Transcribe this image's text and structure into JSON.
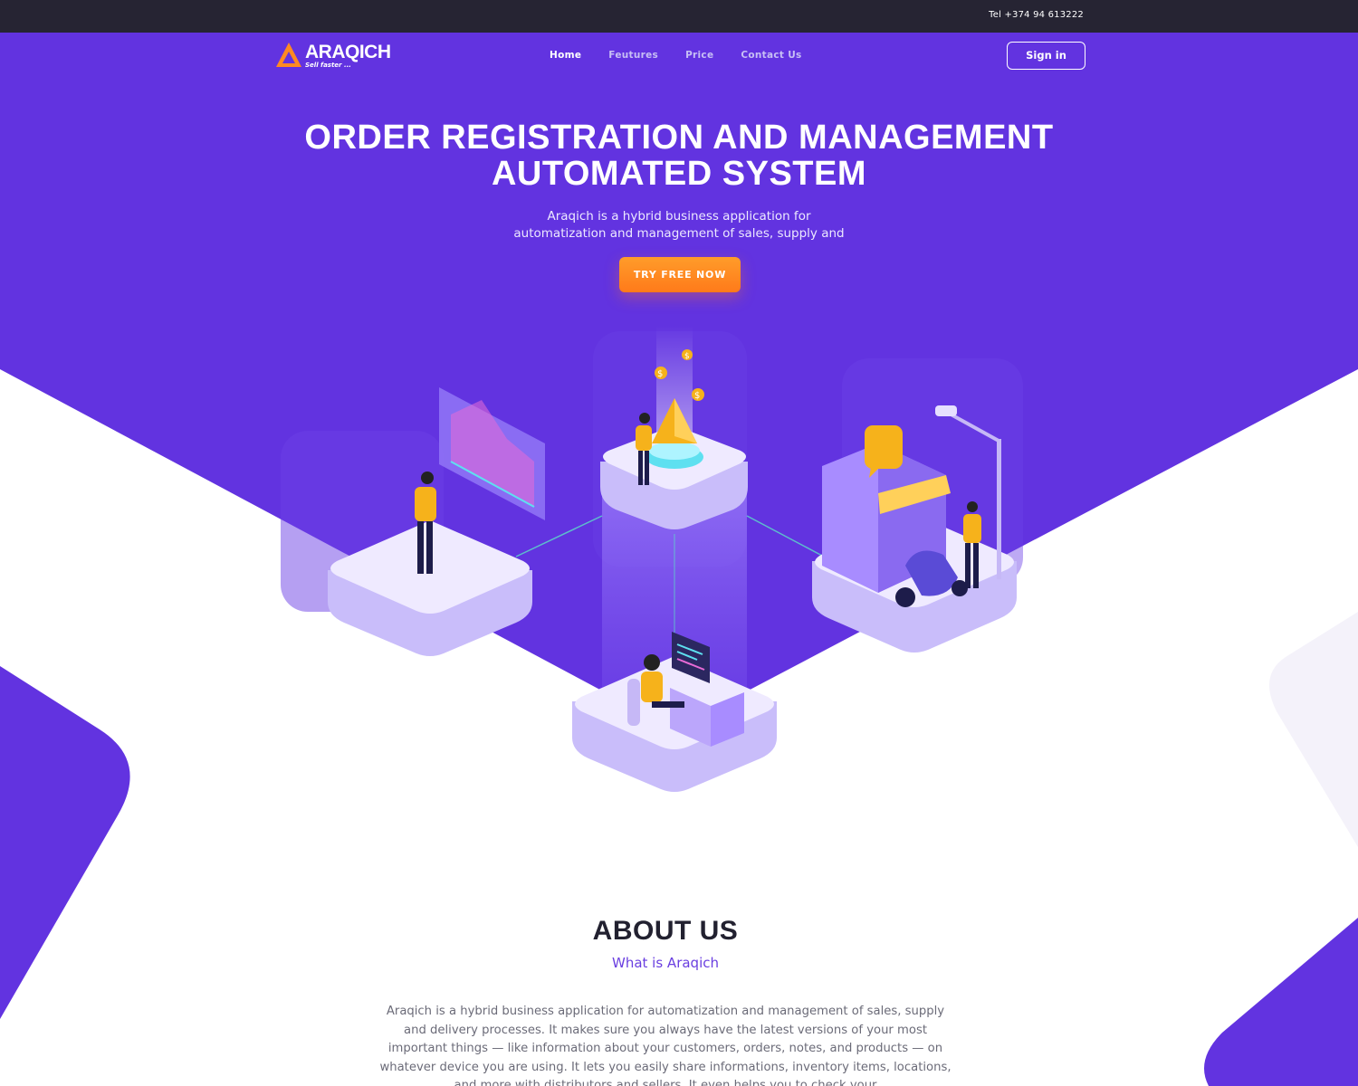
{
  "topbar": {
    "phone": "Tel +374 94 613222"
  },
  "brand": {
    "name": "ARAQICH",
    "tagline": "Sell faster ..."
  },
  "nav": {
    "items": [
      {
        "label": "Home",
        "active": true
      },
      {
        "label": "Feutures",
        "active": false
      },
      {
        "label": "Price",
        "active": false
      },
      {
        "label": "Contact Us",
        "active": false
      }
    ]
  },
  "auth": {
    "signin_label": "Sign in"
  },
  "hero": {
    "title_line1": "ORDER REGISTRATION AND MANAGEMENT",
    "title_line2": "AUTOMATED SYSTEM",
    "subtitle_line1": "Araqich is a hybrid business application for",
    "subtitle_line2": "automatization and management of sales, supply and",
    "cta_label": "TRY FREE NOW"
  },
  "about": {
    "title": "ABOUT US",
    "subtitle": "What is Araqich",
    "body": "Araqich is a hybrid business application for automatization and management of sales, supply and delivery processes. It makes sure you always have the latest versions of your most important things — like information about your customers, orders, notes, and products — on whatever device you are using. It lets you easily share informations, inventory items, locations, and more with distributors and sellers. It even helps you to check your"
  },
  "colors": {
    "primary": "#6233e0",
    "topbar": "#262433",
    "accent": "#ff8a22",
    "platform": "#e8e2ff",
    "figure": "#f6b21b"
  },
  "icons": [
    "logo-icon",
    "dollar-icon",
    "chat-bubble-icon",
    "chart-screen-icon",
    "computer-monitor-icon",
    "street-lamp-icon",
    "scooter-icon"
  ]
}
